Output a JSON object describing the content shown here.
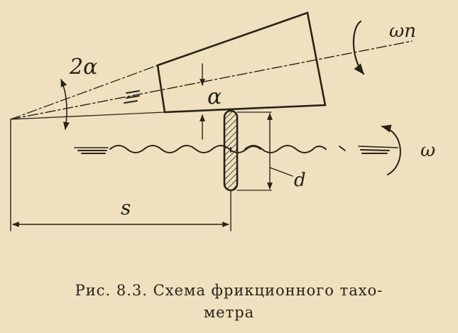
{
  "figure": {
    "labels": {
      "angle_2alpha": "2α",
      "angle_alpha": "α",
      "omega_n": "ωп",
      "omega": "ω",
      "dimension_s": "s",
      "dimension_d": "d"
    },
    "caption_line1": "Рис. 8.3. Схема фрикционного тахо-",
    "caption_line2": "метра"
  },
  "colors": {
    "ink": "#2a2218",
    "paper": "#efe1bf"
  }
}
